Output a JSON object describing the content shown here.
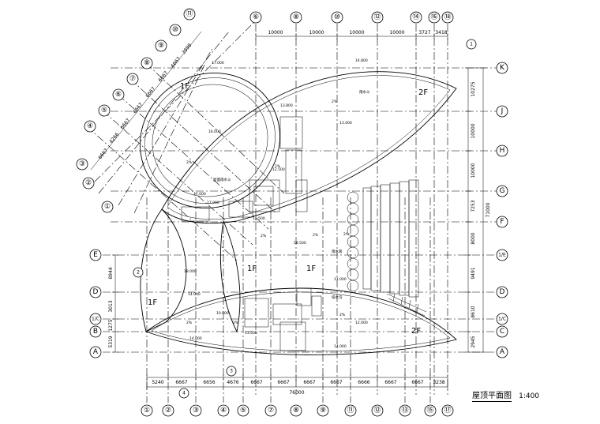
{
  "drawing": {
    "title": "屋顶平面图",
    "scale": "1:400"
  },
  "grid_top": [
    "⑥",
    "⑧",
    "⑩",
    "⑫",
    "⑭",
    "⑯",
    "⑱"
  ],
  "grid_bottom": [
    "①",
    "②",
    "③",
    "④",
    "⑤",
    "⑦",
    "⑧",
    "⑨",
    "⑪",
    "⑫",
    "⑬",
    "⑮",
    "⑰"
  ],
  "grid_right": [
    "K",
    "J",
    "H",
    "G",
    "F",
    "1/E",
    "D",
    "1/C",
    "C",
    "A"
  ],
  "grid_left": [
    "E",
    "D",
    "1/C",
    "B",
    "A"
  ],
  "grid_diagonal": [
    "①",
    "②",
    "③",
    "④",
    "⑤",
    "⑥",
    "⑦",
    "⑧",
    "⑨",
    "⑩",
    "⑪"
  ],
  "dims_top": [
    "10000",
    "10000",
    "10000",
    "10000",
    "3727",
    "3418"
  ],
  "dims_bottom": [
    "5240",
    "6667",
    "6656",
    "4676",
    "6667",
    "6667",
    "6667",
    "6667",
    "6666",
    "6667",
    "6667",
    "3238"
  ],
  "dim_total_bottom": "76000",
  "dims_right": [
    "10275",
    "10000",
    "10000",
    "7253",
    "8000",
    "9491",
    "8610",
    "2945"
  ],
  "dim_total_right": "71000",
  "dims_left": [
    "8944",
    "3013",
    "1275",
    "5319"
  ],
  "dims_diagonal": [
    "3998",
    "6667",
    "6667",
    "6667",
    "6667",
    "6667",
    "4266",
    "6667"
  ],
  "floor_labels": [
    "1F",
    "2F",
    "1F",
    "1F",
    "1F",
    "2F"
  ],
  "elevations": [
    "14.800",
    "13.400",
    "16.000",
    "17.000",
    "13.800",
    "17.000",
    "17.000",
    "10.500",
    "12.500",
    "18.000",
    "14.000",
    "10.000",
    "12.000",
    "14.000",
    "14.000",
    "13.500",
    "11.000",
    "18.500"
  ],
  "slopes": [
    "2%",
    "2%",
    "2%",
    "2%",
    "2%",
    "2%",
    "2%",
    "2%",
    "2%"
  ],
  "notes": [
    "雨水斗",
    "屋面雨水斗",
    "雨水管",
    "排水沟"
  ],
  "detail_marks": [
    "1",
    "2",
    "3",
    "4"
  ]
}
